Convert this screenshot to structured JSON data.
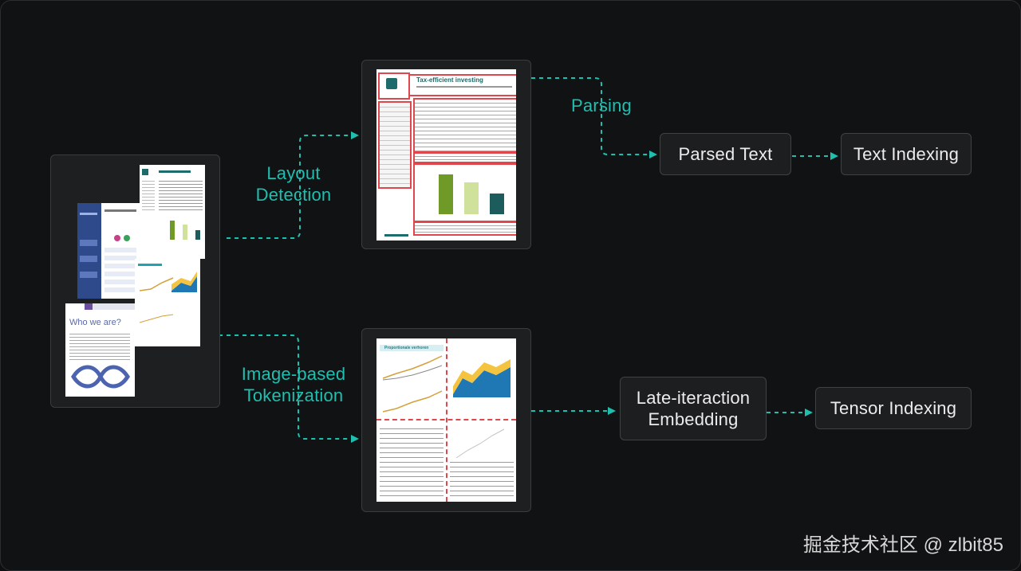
{
  "colors": {
    "accent": "#1fbfb0",
    "node_text": "#ececec",
    "box_red": "#e0474c"
  },
  "labels": {
    "layout_detection": [
      "Layout",
      "Detection"
    ],
    "image_tokenization": [
      "Image-based",
      "Tokenization"
    ],
    "parsing": "Parsing"
  },
  "nodes": {
    "parsed_text": "Parsed Text",
    "text_indexing": "Text Indexing",
    "late_interaction": [
      "Late-iteraction",
      "Embedding"
    ],
    "tensor_indexing": "Tensor Indexing"
  },
  "thumbnails": {
    "tax_title": "Tax-efficient investing",
    "who_we_are": "Who we are?",
    "section_heading": "Proportionale verhoren"
  },
  "tax_chart": {
    "type": "bar",
    "values": [
      68,
      55,
      35
    ],
    "colors": [
      "#6f9a27",
      "#cfe19a",
      "#1d5c5c"
    ]
  },
  "watermark": "掘金技术社区 @ zlbit85"
}
